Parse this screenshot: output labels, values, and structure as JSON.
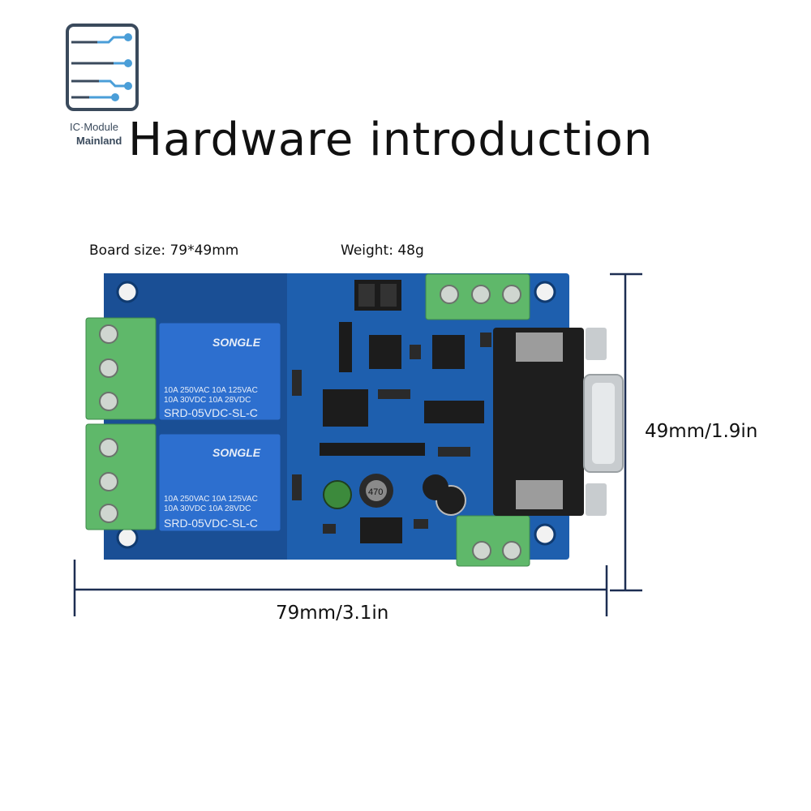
{
  "brand": {
    "line1": "IC·Module",
    "line2": "Mainland"
  },
  "title": "Hardware introduction",
  "specs": {
    "board_size": "Board size: 79*49mm",
    "weight": "Weight: 48g"
  },
  "dimensions": {
    "height": "49mm/1.9in",
    "width": "79mm/3.1in"
  },
  "board": {
    "relay_brand": "SONGLE",
    "relay_rating_1": "10A 250VAC  10A 125VAC",
    "relay_rating_2": "10A 30VDC  10A 28VDC",
    "relay_model": "SRD-05VDC-SL-C",
    "capacitor_mark": "470"
  },
  "colors": {
    "pcb": "#1e5fae",
    "pcb_dark": "#13427f",
    "relay": "#2d6fcf",
    "terminal": "#5fb86a",
    "dimension_line": "#1d2e52"
  }
}
